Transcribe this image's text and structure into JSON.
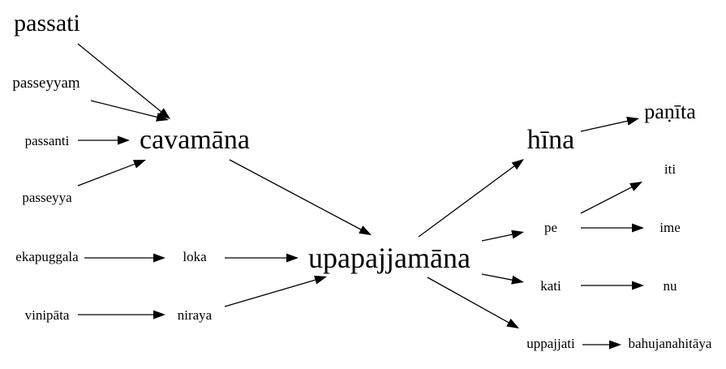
{
  "words": {
    "passati": "passati",
    "passeyyam": "passeyyaṃ",
    "passanti": "passanti",
    "cavamana": "cavamāna",
    "passeyya": "passeyya",
    "ekapuggala": "ekapuggala",
    "loka": "loka",
    "upapajjamana": "upapajjamāna",
    "vinipata": "vinipāta",
    "niraya": "niraya",
    "hina": "hīna",
    "panita": "paṇīta",
    "iti": "iti",
    "pe": "pe",
    "ime": "ime",
    "kati": "kati",
    "nu": "nu",
    "uppajjati": "uppajjati",
    "bahujanahitaya": "bahujanahitāya"
  },
  "edges": [
    [
      "passati",
      "cavamana"
    ],
    [
      "passeyyam",
      "cavamana"
    ],
    [
      "passanti",
      "cavamana"
    ],
    [
      "passeyya",
      "cavamana"
    ],
    [
      "cavamana",
      "upapajjamana"
    ],
    [
      "ekapuggala",
      "loka"
    ],
    [
      "loka",
      "upapajjamana"
    ],
    [
      "vinipata",
      "niraya"
    ],
    [
      "niraya",
      "upapajjamana"
    ],
    [
      "upapajjamana",
      "hina"
    ],
    [
      "upapajjamana",
      "pe"
    ],
    [
      "upapajjamana",
      "kati"
    ],
    [
      "upapajjamana",
      "uppajjati"
    ],
    [
      "hina",
      "panita"
    ],
    [
      "pe",
      "iti"
    ],
    [
      "pe",
      "ime"
    ],
    [
      "kati",
      "nu"
    ],
    [
      "uppajjati",
      "bahujanahitaya"
    ]
  ]
}
